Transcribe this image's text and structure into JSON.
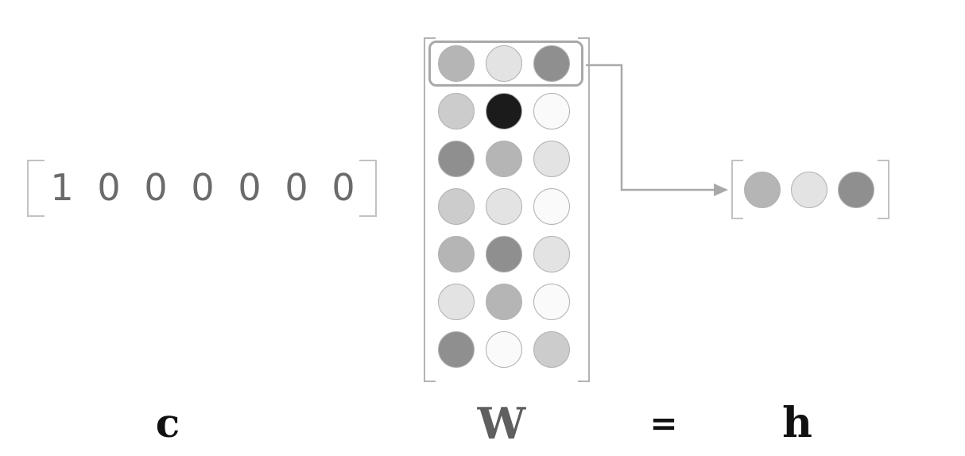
{
  "diagram": {
    "background": "#ffffff",
    "palette": {
      "black": "#1b1b1b",
      "dark": "#8f8f8f",
      "mid": "#b5b5b5",
      "lightmid": "#cccccc",
      "light": "#e3e3e3",
      "white": "#fafafa",
      "circle_border": "#b2b2b2",
      "vector_bracket": "#c2c2c2",
      "matrix_bracket": "#b3b3b3",
      "highlight_border": "#a9a9a9",
      "arrow": "#a9a9a9",
      "digit_color": "#6b6b6b",
      "label_color": "#111111",
      "matrix_label_color": "#5f5f5f"
    },
    "input_vector": {
      "values": [
        "1",
        "0",
        "0",
        "0",
        "0",
        "0",
        "0"
      ]
    },
    "weight_matrix": {
      "rows": 7,
      "cols": 3,
      "highlighted_row_index": 0,
      "cells": [
        [
          "mid",
          "light",
          "dark"
        ],
        [
          "lightmid",
          "black",
          "white"
        ],
        [
          "dark",
          "mid",
          "light"
        ],
        [
          "lightmid",
          "light",
          "white"
        ],
        [
          "mid",
          "dark",
          "light"
        ],
        [
          "light",
          "mid",
          "white"
        ],
        [
          "dark",
          "white",
          "lightmid"
        ]
      ]
    },
    "output_vector": {
      "cells": [
        "mid",
        "light",
        "dark"
      ]
    },
    "labels": {
      "input": "c",
      "matrix": "W",
      "equals": "=",
      "output": "h"
    }
  }
}
